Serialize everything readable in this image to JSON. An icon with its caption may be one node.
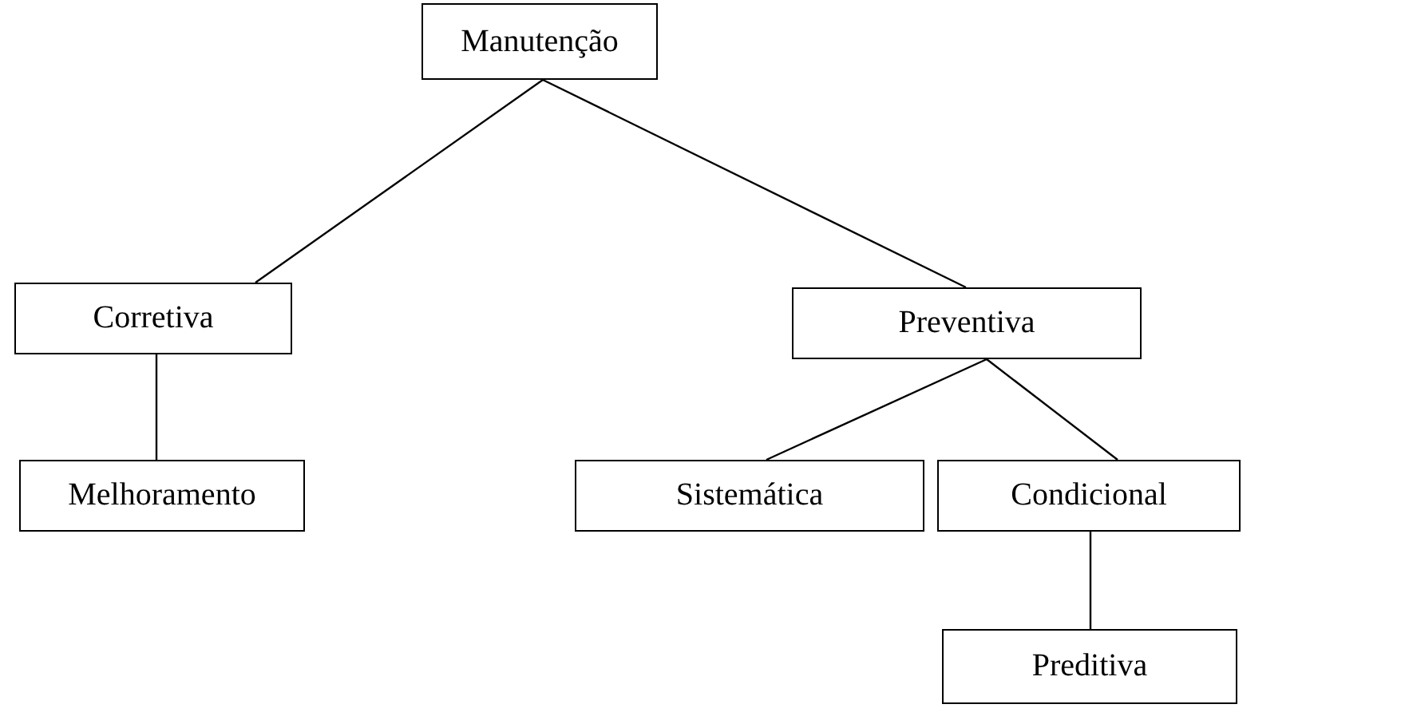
{
  "diagram": {
    "nodes": [
      {
        "text": [
          "Manutenção"
        ]
      },
      {
        "text": [
          "Corretiva"
        ]
      },
      {
        "text": [
          "Preventiva"
        ]
      },
      {
        "text": [
          "Melhoramento"
        ]
      },
      {
        "text": [
          "Sistemática"
        ]
      },
      {
        "text": [
          "Condicional"
        ]
      },
      {
        "text": [
          "Preditiva"
        ]
      }
    ],
    "edges": [
      {
        "from": 0,
        "to": 1,
        "arrow": "none"
      },
      {
        "from": 0,
        "to": 2,
        "arrow": "none"
      },
      {
        "from": 1,
        "to": 3,
        "arrow": "none"
      },
      {
        "from": 2,
        "to": 4,
        "arrow": "none"
      },
      {
        "from": 2,
        "to": 5,
        "arrow": "none"
      },
      {
        "from": 5,
        "to": 6,
        "arrow": "none"
      }
    ]
  }
}
